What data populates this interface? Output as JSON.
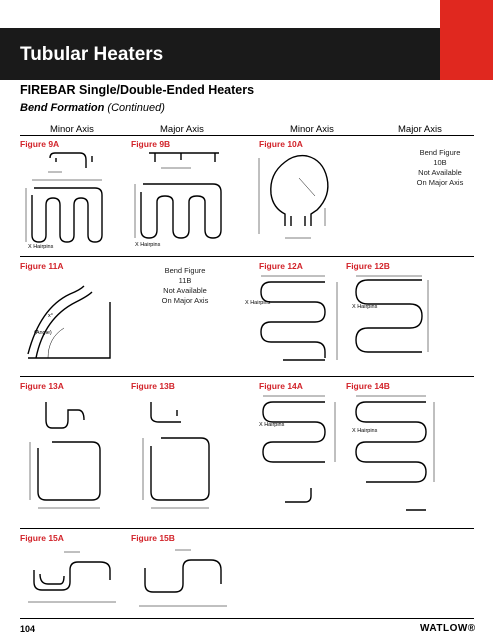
{
  "header": {
    "title": "Tubular Heaters",
    "accent": "#e0281f"
  },
  "section": {
    "title": "FIREBAR Single/Double-Ended Heaters"
  },
  "subsection": {
    "title": "Bend Formation",
    "continued": "(Continued)"
  },
  "axes": [
    "Minor Axis",
    "Major Axis",
    "Minor Axis",
    "Major Axis"
  ],
  "figures": {
    "f9a": "Figure 9A",
    "f9b": "Figure 9B",
    "f10a": "Figure 10A",
    "f11a": "Figure 11A",
    "f12a": "Figure 12A",
    "f12b": "Figure 12B",
    "f13a": "Figure 13A",
    "f13b": "Figure 13B",
    "f14a": "Figure 14A",
    "f14b": "Figure 14B",
    "f15a": "Figure 15A",
    "f15b": "Figure 15B"
  },
  "notes": {
    "n10b": [
      "Bend Figure",
      "10B",
      "Not Available",
      "On Major Axis"
    ],
    "n11b": [
      "Bend Figure",
      "11B",
      "Not Available",
      "On Major Axis"
    ]
  },
  "labels": {
    "hairpins": "X Hairpins",
    "angle": "(Angle)",
    "degree": "x°"
  },
  "footer": {
    "page": "104",
    "brand": "WATLOW®"
  }
}
